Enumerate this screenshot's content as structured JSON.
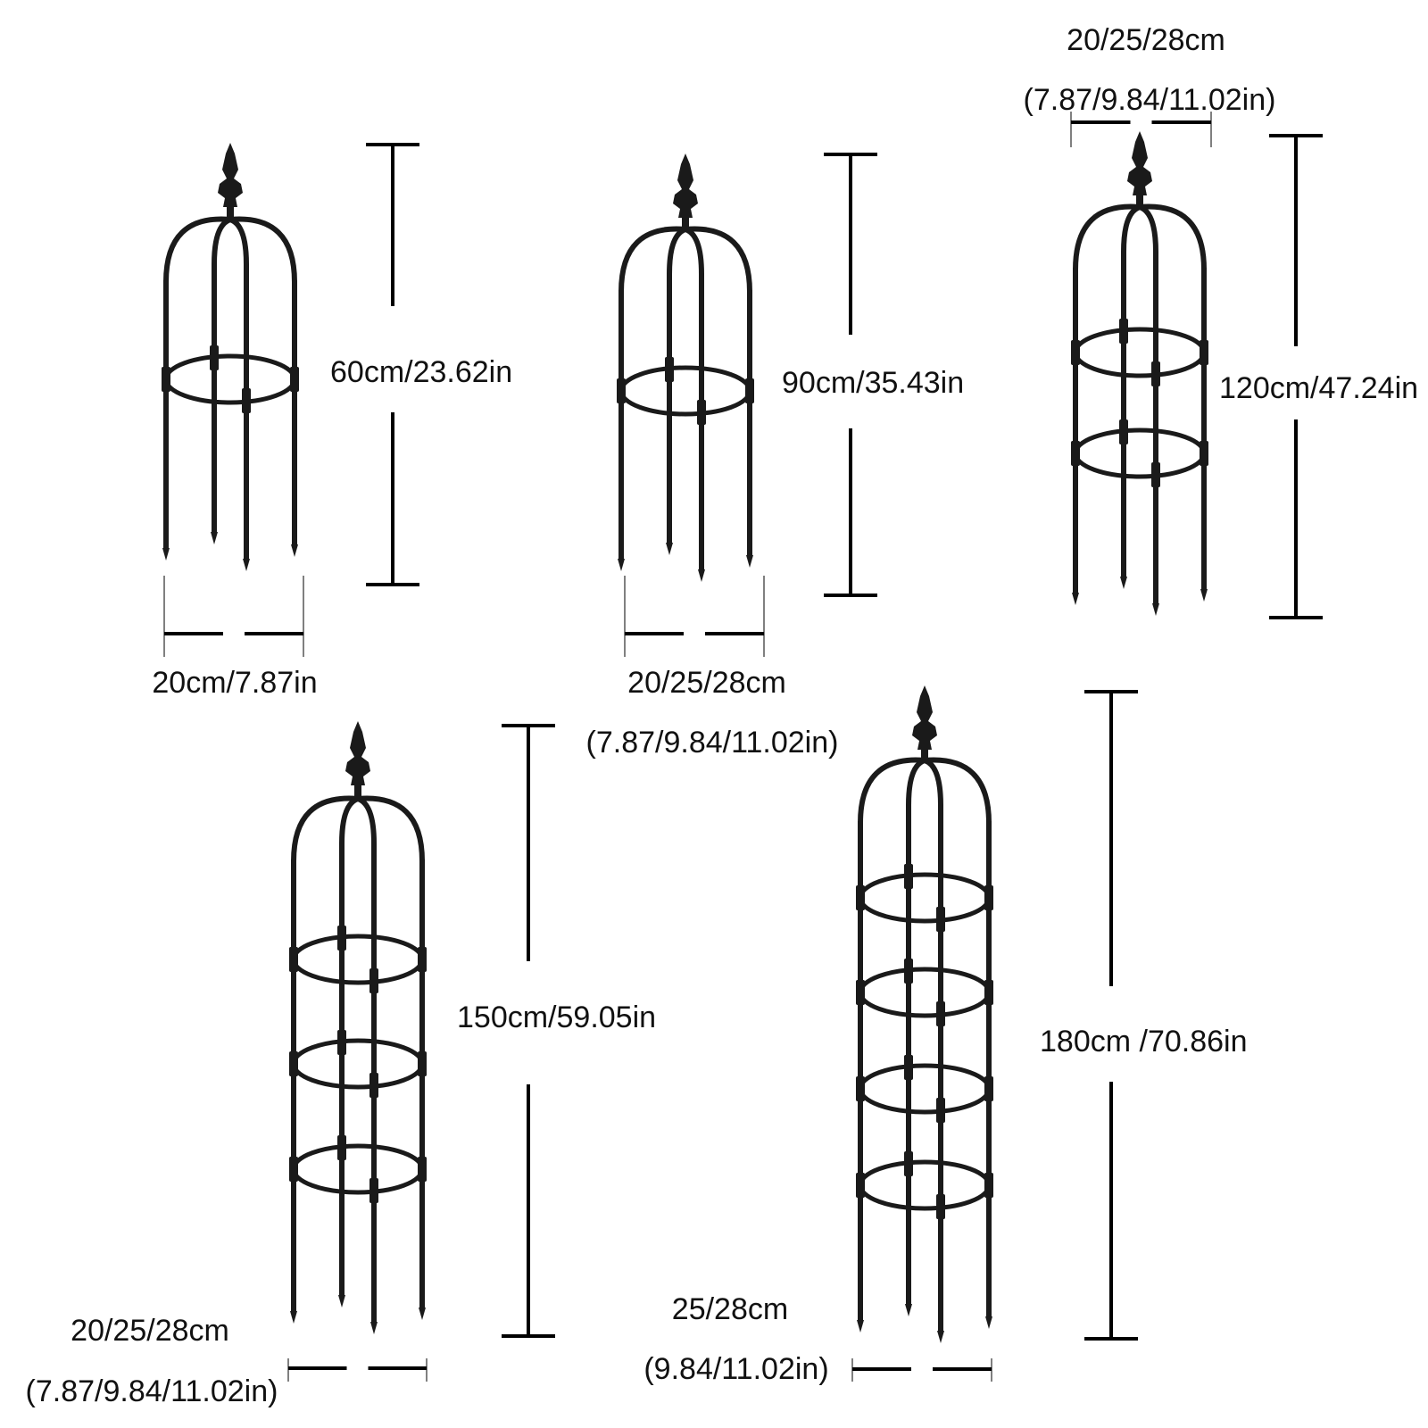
{
  "colors": {
    "frame": "#1a1a1a",
    "dimension_line": "#000000",
    "text": "#111111",
    "background": "#ffffff"
  },
  "trellises": [
    {
      "id": "t60",
      "rings": 1,
      "height_label": "60cm/23.62in",
      "width_label": [
        "20cm/7.87in"
      ]
    },
    {
      "id": "t90",
      "rings": 1,
      "height_label": "90cm/35.43in",
      "width_label": [
        "20/25/28cm",
        "(7.87/9.84/11.02in)"
      ]
    },
    {
      "id": "t120",
      "rings": 2,
      "height_label": "120cm/47.24in",
      "width_label": [
        "20/25/28cm",
        "(7.87/9.84/11.02in)"
      ]
    },
    {
      "id": "t150",
      "rings": 3,
      "height_label": "150cm/59.05in",
      "width_label": [
        "20/25/28cm",
        "(7.87/9.84/11.02in)"
      ]
    },
    {
      "id": "t180",
      "rings": 4,
      "height_label": "180cm /70.86in",
      "width_label": [
        "25/28cm",
        "(9.84/11.02in)"
      ]
    }
  ]
}
